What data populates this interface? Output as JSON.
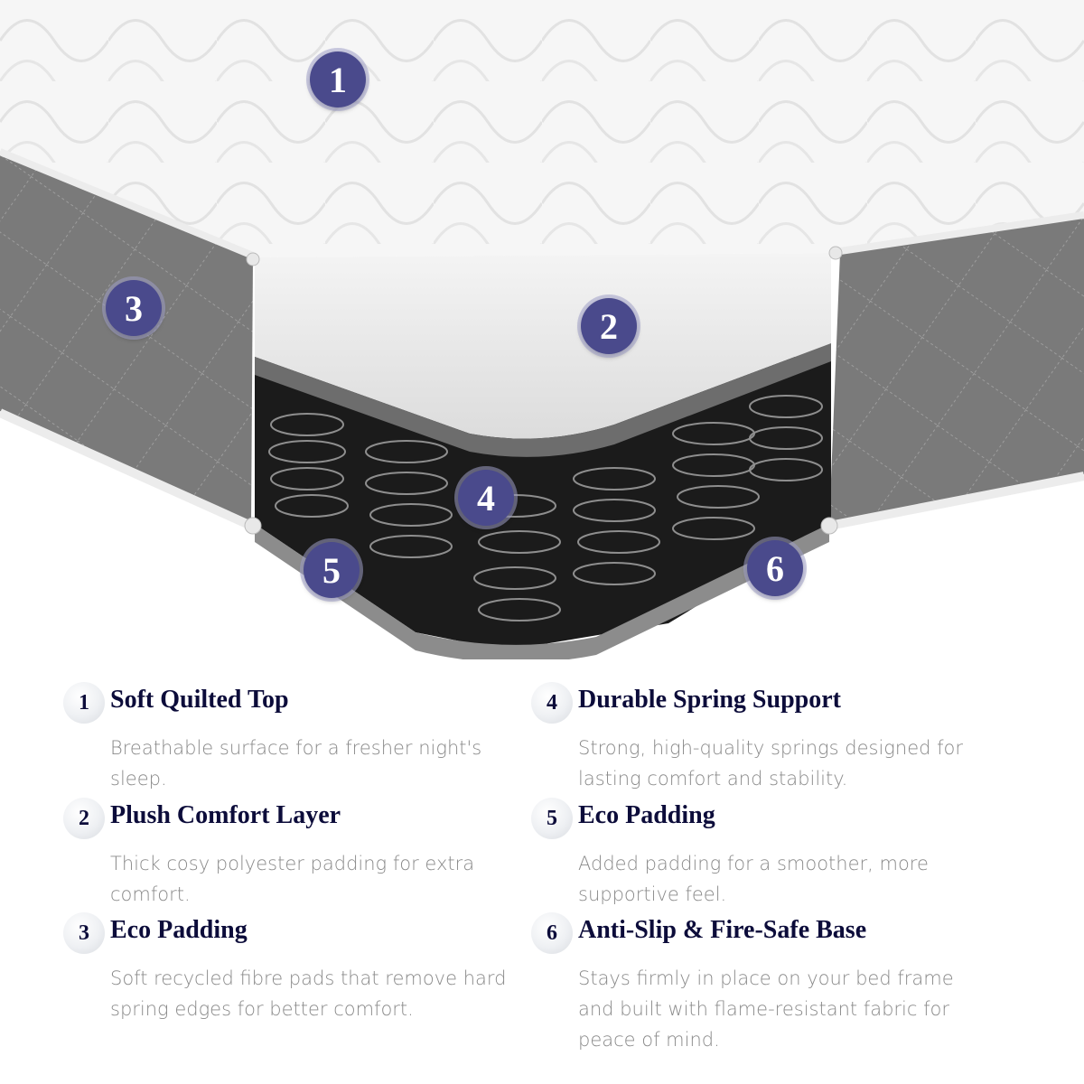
{
  "diagram": {
    "subject": "Mattress cross-section",
    "markers": [
      {
        "id": "1",
        "label": "1"
      },
      {
        "id": "2",
        "label": "2"
      },
      {
        "id": "3",
        "label": "3"
      },
      {
        "id": "4",
        "label": "4"
      },
      {
        "id": "5",
        "label": "5"
      },
      {
        "id": "6",
        "label": "6"
      }
    ],
    "colors": {
      "marker_fill": "#4a4a8c",
      "title_text": "#0c0c3a",
      "desc_text": "#8a8a8a",
      "side_panel": "#7d7d7d",
      "comfort_layer": "#e9e9e9",
      "spring_cavity": "#1a1a1a"
    }
  },
  "features": [
    {
      "number": "1",
      "title": "Soft Quilted Top",
      "description": "Breathable surface for a fresher night's sleep."
    },
    {
      "number": "2",
      "title": "Plush Comfort Layer",
      "description": "Thick cosy polyester padding for extra comfort."
    },
    {
      "number": "3",
      "title": "Eco Padding",
      "description": "Soft recycled fibre pads that remove hard spring edges for better comfort."
    },
    {
      "number": "4",
      "title": "Durable Spring Support",
      "description": "Strong, high-quality springs designed for lasting comfort and stability."
    },
    {
      "number": "5",
      "title": "Eco Padding",
      "description": "Added padding for a smoother, more supportive feel."
    },
    {
      "number": "6",
      "title": "Anti-Slip & Fire-Safe Base",
      "description": "Stays firmly in place on your bed frame and built with flame-resistant fabric for peace of mind."
    }
  ]
}
